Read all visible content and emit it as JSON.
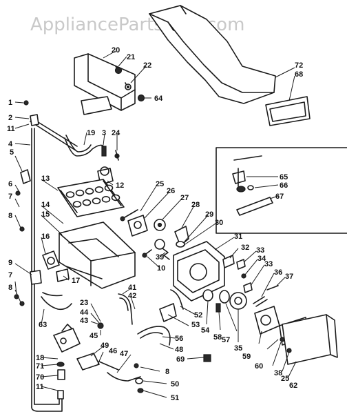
{
  "watermark": "AppliancePartsPros.com",
  "callouts": [
    "1",
    "2",
    "11",
    "4",
    "5",
    "6",
    "7",
    "8",
    "9",
    "7",
    "8",
    "63",
    "18",
    "71",
    "70",
    "11",
    "13",
    "14",
    "15",
    "16",
    "17",
    "19",
    "3",
    "24",
    "12",
    "20",
    "21",
    "22",
    "64",
    "72",
    "68",
    "65",
    "66",
    "67",
    "25",
    "26",
    "27",
    "28",
    "29",
    "30",
    "39",
    "10",
    "31",
    "32",
    "33",
    "34",
    "33",
    "36",
    "37",
    "41",
    "42",
    "23",
    "44",
    "43",
    "45",
    "49",
    "46",
    "47",
    "52",
    "53",
    "56",
    "48",
    "54",
    "58",
    "57",
    "35",
    "59",
    "60",
    "38",
    "25",
    "62",
    "69",
    "8",
    "50",
    "51"
  ]
}
